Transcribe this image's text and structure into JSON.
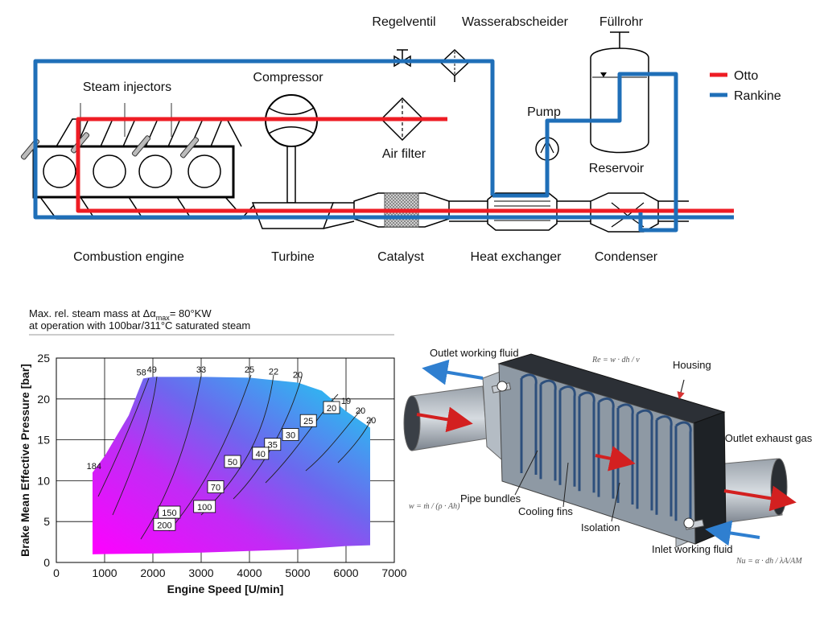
{
  "schematic": {
    "labels": {
      "regelventil": "Regelventil",
      "wasserabscheider": "Wasserabscheider",
      "fuellrohr": "Füllrohr",
      "steam_injectors": "Steam injectors",
      "compressor": "Compressor",
      "pump": "Pump",
      "air_filter": "Air filter",
      "reservoir": "Reservoir",
      "combustion_engine": "Combustion engine",
      "turbine": "Turbine",
      "catalyst": "Catalyst",
      "heat_exchanger": "Heat exchanger",
      "condenser": "Condenser"
    },
    "legend": [
      {
        "label": "Otto",
        "color": "#ee1c24"
      },
      {
        "label": "Rankine",
        "color": "#1f6fb8"
      }
    ],
    "colors": {
      "otto": "#ee1c24",
      "rankine": "#1f6fb8"
    }
  },
  "chart": {
    "header_line1_pre": "Max. rel. steam mass at Δα",
    "header_line1_sub": "max",
    "header_line1_post": "= 80°KW",
    "header_line2": "at operation with 100bar/311°C saturated steam"
  },
  "chart_data": {
    "type": "area",
    "xlabel": "Engine Speed [U/min]",
    "ylabel": "Brake Mean Effective Pressure [bar]",
    "xlim": [
      0,
      7000
    ],
    "ylim": [
      0,
      25
    ],
    "xticks": [
      0,
      1000,
      2000,
      3000,
      4000,
      5000,
      6000,
      7000
    ],
    "yticks": [
      0,
      5,
      10,
      15,
      20,
      25
    ],
    "grid": true,
    "envelope": {
      "upper": [
        [
          750,
          11
        ],
        [
          1000,
          13
        ],
        [
          1500,
          18
        ],
        [
          1800,
          22.5
        ],
        [
          2000,
          22.7
        ],
        [
          3000,
          22.7
        ],
        [
          4000,
          22.6
        ],
        [
          5000,
          22
        ],
        [
          5500,
          21
        ],
        [
          6000,
          18.5
        ],
        [
          6500,
          16.5
        ]
      ],
      "lower": [
        [
          750,
          1
        ],
        [
          2000,
          1.1
        ],
        [
          3000,
          1.2
        ],
        [
          4000,
          1.4
        ],
        [
          5000,
          1.6
        ],
        [
          6000,
          2
        ],
        [
          6500,
          2.1
        ]
      ]
    },
    "contour_labels": [
      {
        "text": "184",
        "x": 780,
        "y": 11.8,
        "boxed": false
      },
      {
        "text": "58",
        "x": 1760,
        "y": 23.3,
        "boxed": false
      },
      {
        "text": "49",
        "x": 1980,
        "y": 23.6,
        "boxed": false
      },
      {
        "text": "33",
        "x": 3000,
        "y": 23.6,
        "boxed": false
      },
      {
        "text": "25",
        "x": 4000,
        "y": 23.6,
        "boxed": false
      },
      {
        "text": "22",
        "x": 4500,
        "y": 23.4,
        "boxed": false
      },
      {
        "text": "20",
        "x": 5000,
        "y": 23.0,
        "boxed": false
      },
      {
        "text": "19",
        "x": 6000,
        "y": 19.8,
        "boxed": false
      },
      {
        "text": "20",
        "x": 6300,
        "y": 18.6,
        "boxed": false
      },
      {
        "text": "20",
        "x": 6520,
        "y": 17.4,
        "boxed": false
      },
      {
        "text": "20",
        "x": 5700,
        "y": 18.9,
        "boxed": true
      },
      {
        "text": "25",
        "x": 5220,
        "y": 17.3,
        "boxed": true
      },
      {
        "text": "30",
        "x": 4850,
        "y": 15.6,
        "boxed": true
      },
      {
        "text": "35",
        "x": 4480,
        "y": 14.4,
        "boxed": true
      },
      {
        "text": "40",
        "x": 4230,
        "y": 13.3,
        "boxed": true
      },
      {
        "text": "50",
        "x": 3650,
        "y": 12.3,
        "boxed": true
      },
      {
        "text": "70",
        "x": 3300,
        "y": 9.2,
        "boxed": true
      },
      {
        "text": "100",
        "x": 3070,
        "y": 6.8,
        "boxed": true
      },
      {
        "text": "150",
        "x": 2340,
        "y": 6.1,
        "boxed": true
      },
      {
        "text": "200",
        "x": 2240,
        "y": 4.6,
        "boxed": true
      }
    ]
  },
  "exchanger": {
    "labels": {
      "outlet_working_fluid": "Outlet working fluid",
      "housing": "Housing",
      "outlet_exhaust_gas": "Outlet exhaust gas",
      "pipe_bundles": "Pipe bundles",
      "cooling_fins": "Cooling fins",
      "isolation": "Isolation",
      "inlet_working_fluid": "Inlet working fluid"
    },
    "equations": {
      "re": "Re = w · dh / ν",
      "w": "w = ṁ / (ρ · Ah)",
      "nu": "Nu = α · dh / λA/AM"
    }
  }
}
